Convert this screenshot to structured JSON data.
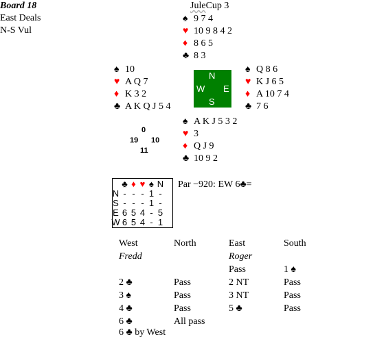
{
  "board": {
    "title": "Board 18",
    "dealer": "East Deals",
    "vul": "N-S Vul",
    "event_prefix": "Jule",
    "event_suffix": "Cup 3"
  },
  "colors": {
    "red": "#ff0000",
    "black": "#000000",
    "compass_bg": "#008000"
  },
  "hands": {
    "north": {
      "spades": "9 7 4",
      "hearts": "10 9 8 4 2",
      "diamonds": "8 6 5",
      "clubs": "8 3"
    },
    "west": {
      "spades": "10",
      "hearts": "A Q 7",
      "diamonds": "K 3 2",
      "clubs": "A K Q J 5 4"
    },
    "east": {
      "spades": "Q 8 6",
      "hearts": "K J 6 5",
      "diamonds": "A 10 7 4",
      "clubs": "7 6"
    },
    "south": {
      "spades": "A K J 5 3 2",
      "hearts": "3",
      "diamonds": "Q J 9",
      "clubs": "10 9 2"
    }
  },
  "suits": {
    "spade": "♠",
    "heart": "♥",
    "diamond": "♦",
    "club": "♣"
  },
  "compass": {
    "n": "N",
    "s": "S",
    "e": "E",
    "w": "W"
  },
  "hcp": {
    "north": "0",
    "west": "19",
    "east": "10",
    "south": "11"
  },
  "double_dummy": {
    "header_trump": "N",
    "rows": [
      {
        "seat": "N",
        "vals": [
          "-",
          "-",
          "-",
          "1",
          "-"
        ]
      },
      {
        "seat": "S",
        "vals": [
          "-",
          "-",
          "-",
          "1",
          "-"
        ]
      },
      {
        "seat": "E",
        "vals": [
          "6",
          "5",
          "4",
          "-",
          "5"
        ]
      },
      {
        "seat": "W",
        "vals": [
          "6",
          "5",
          "4",
          "-",
          "1"
        ]
      }
    ]
  },
  "par": "Par −920: EW 6♣=",
  "auction": {
    "headers": [
      "West",
      "North",
      "East",
      "South"
    ],
    "names": {
      "west": "Fredd",
      "east": "Roger"
    },
    "rows": [
      [
        "",
        "",
        "Pass",
        "1 ♠"
      ],
      [
        "2 ♣",
        "Pass",
        "2 NT",
        "Pass"
      ],
      [
        "3 ♠",
        "Pass",
        "3 NT",
        "Pass"
      ],
      [
        "4 ♣",
        "Pass",
        "5 ♣",
        "Pass"
      ],
      [
        "6 ♣",
        "All pass",
        "",
        ""
      ]
    ],
    "result": "6 ♣ by West"
  }
}
